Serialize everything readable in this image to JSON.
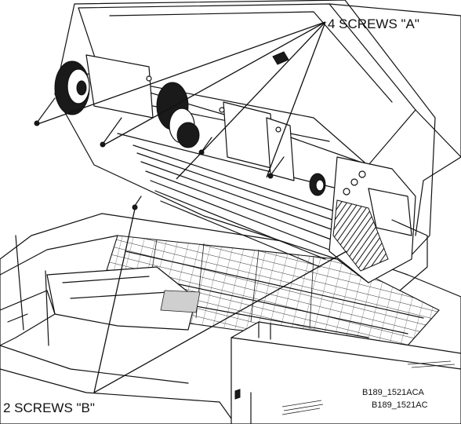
{
  "callouts": {
    "screws_a": "4 SCREWS \"A\"",
    "screws_b": "2 SCREWS \"B\""
  },
  "figure_ids": {
    "primary": "B189_1521ACA",
    "secondary": "B189_1521AC"
  }
}
